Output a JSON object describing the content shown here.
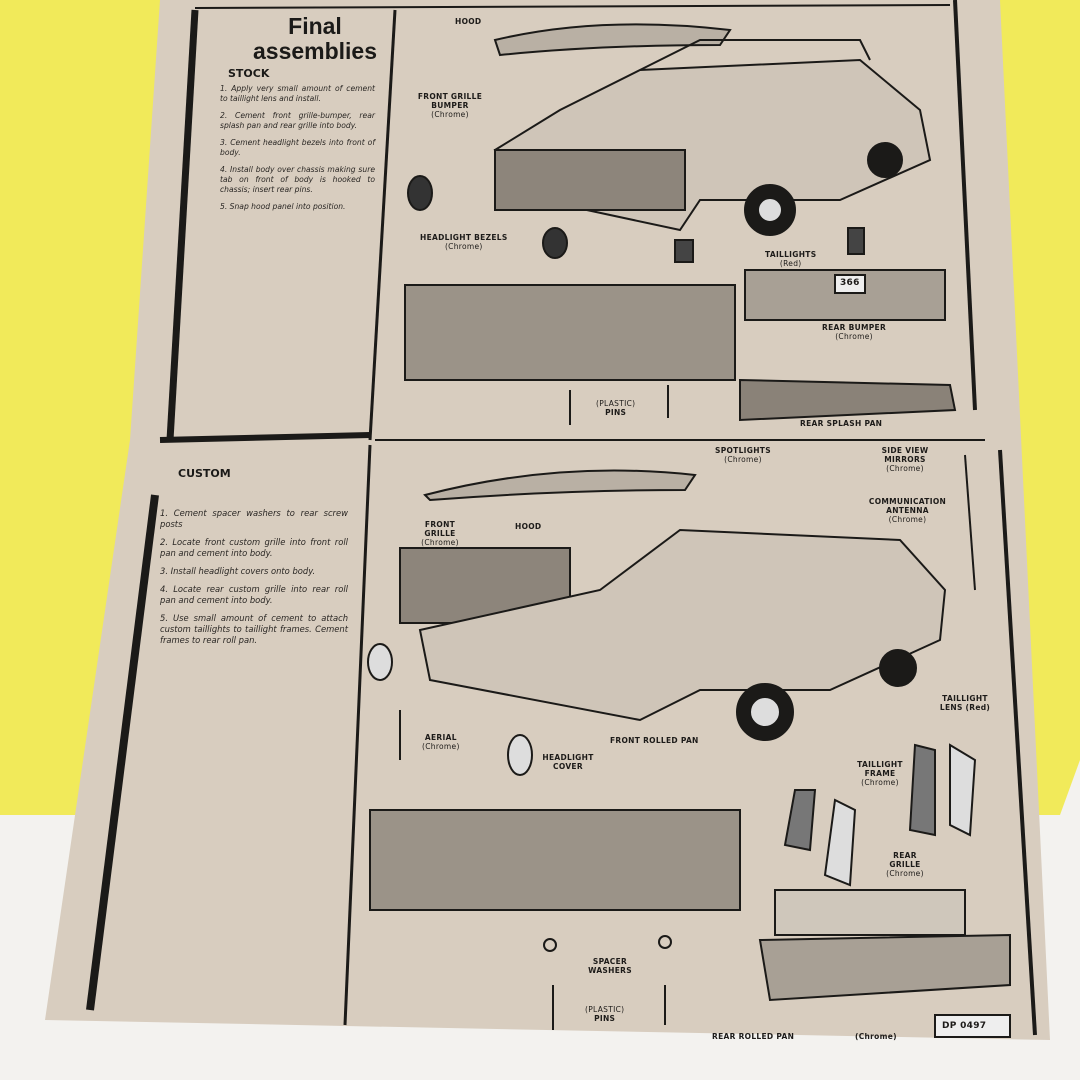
{
  "colors": {
    "background_yellow": "#f1ea5a",
    "paper": "#d8cdbf",
    "ink": "#1b1a18",
    "table": "#f3f2ef"
  },
  "header": {
    "title_line1": "Final",
    "title_line2": "assemblies"
  },
  "stock": {
    "heading": "STOCK",
    "steps": [
      "1. Apply very small amount of cement to taillight lens and install.",
      "2. Cement front grille-bumper, rear splash pan and rear grille into body.",
      "3. Cement headlight bezels into front of body.",
      "4. Install body over chassis making sure tab on front of body is hooked to chassis; insert rear pins.",
      "5. Snap hood panel into position."
    ],
    "labels": {
      "hood": "HOOD",
      "front_grille_bumper": "FRONT GRILLE BUMPER",
      "front_grille_bumper_sub": "(Chrome)",
      "headlight_bezels": "HEADLIGHT BEZELS",
      "headlight_bezels_sub": "(Chrome)",
      "taillights": "TAILLIGHTS",
      "taillights_sub": "(Red)",
      "rear_bumper": "REAR BUMPER",
      "rear_bumper_sub": "(Chrome)",
      "pins": "(PLASTIC)",
      "pins_sub": "PINS",
      "rear_splash_pan": "REAR SPLASH PAN",
      "plate": "366"
    }
  },
  "custom": {
    "heading": "CUSTOM",
    "steps": [
      "1. Cement spacer washers to rear screw posts",
      "2. Locate front custom grille into front roll pan and cement into body.",
      "3. Install headlight covers onto body.",
      "4. Locate rear custom grille into rear roll pan and cement into body.",
      "5. Use small amount of cement to attach custom taillights to taillight frames. Cement frames to rear roll pan."
    ],
    "labels": {
      "spotlights": "SPOTLIGHTS",
      "spotlights_sub": "(Chrome)",
      "side_view_mirrors": "SIDE VIEW MIRRORS",
      "side_view_mirrors_sub": "(Chrome)",
      "antenna": "COMMUNICATION ANTENNA",
      "antenna_sub": "(Chrome)",
      "front_grille": "FRONT GRILLE",
      "front_grille_sub": "(Chrome)",
      "hood": "HOOD",
      "aerial": "AERIAL",
      "aerial_sub": "(Chrome)",
      "headlight_cover": "HEADLIGHT COVER",
      "front_rolled_pan": "FRONT ROLLED PAN",
      "taillight_lens": "TAILLIGHT LENS (Red)",
      "taillight_frame": "TAILLIGHT FRAME",
      "taillight_frame_sub": "(Chrome)",
      "rear_grille": "REAR GRILLE",
      "rear_grille_sub": "(Chrome)",
      "spacer_washers": "SPACER WASHERS",
      "pins": "(PLASTIC)",
      "pins_sub": "PINS",
      "rear_rolled_pan": "REAR ROLLED PAN",
      "rear_rolled_pan_sub": "(Chrome)",
      "plate": "DP 0497"
    }
  }
}
